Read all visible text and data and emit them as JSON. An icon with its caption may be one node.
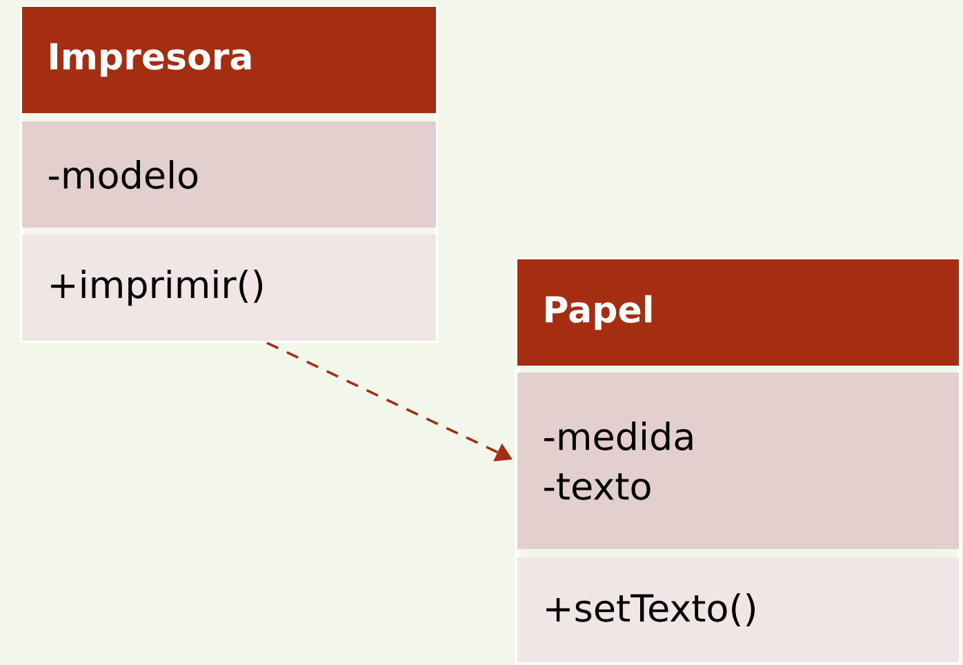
{
  "diagram": {
    "nodes": [
      {
        "text": [
          "Impresora",
          "-modelo",
          "+imprimir()"
        ]
      },
      {
        "text": [
          "Papel",
          "-medida -texto",
          "+setTexto()"
        ]
      }
    ],
    "edges": [
      {
        "from": 0,
        "to": 1,
        "arrow": "to",
        "style": "dashed"
      }
    ]
  }
}
